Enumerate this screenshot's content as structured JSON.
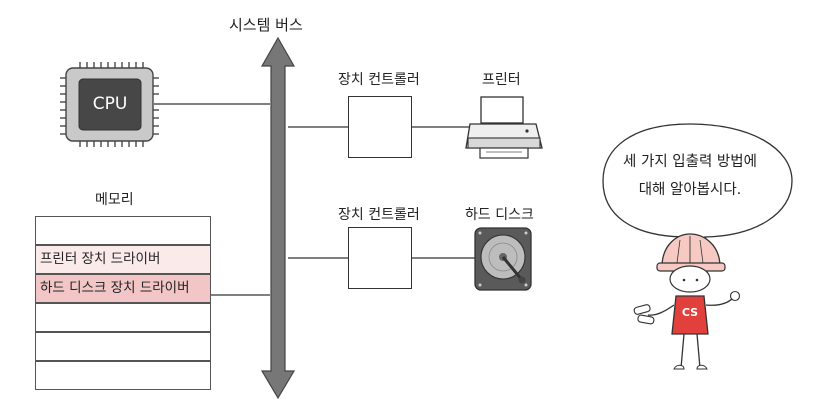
{
  "bus": {
    "label": "시스템 버스"
  },
  "cpu": {
    "label": "CPU"
  },
  "memory": {
    "label": "메모리",
    "rows": [
      "",
      "프린터 장치 드라이버",
      "하드 디스크 장치 드라이버",
      "",
      "",
      ""
    ],
    "highlight_colors": [
      "#ffffff",
      "#fbeaea",
      "#f2c6c6",
      "#ffffff",
      "#ffffff",
      "#ffffff"
    ]
  },
  "controllers": [
    {
      "label": "장치 컨트롤러",
      "device_label": "프린터",
      "device_icon": "printer-icon"
    },
    {
      "label": "장치 컨트롤러",
      "device_label": "하드 디스크",
      "device_icon": "hard-disk-icon"
    }
  ],
  "character": {
    "speech": [
      "세 가지 입출력 방법에",
      "대해 알아봅시다."
    ],
    "shirt_text": "CS",
    "helmet_color": "#f6c9c3",
    "shirt_color": "#e2403c"
  }
}
